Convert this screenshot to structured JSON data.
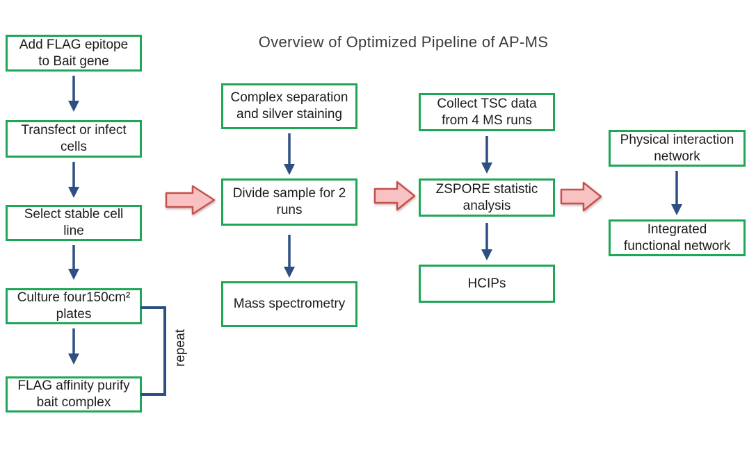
{
  "title": "Overview of Optimized Pipeline of AP-MS",
  "repeat_label": "repeat",
  "colors": {
    "box_border": "#1fa658",
    "arrow": "#2d4f82",
    "pink_arrow_fill": "#f9c2c2",
    "pink_arrow_border": "#c4514e",
    "title_color": "#3c3c3c",
    "text_color": "#1b1b1b"
  },
  "boxes": {
    "add_flag": {
      "l1": "Add FLAG epitope",
      "l2": "to Bait gene"
    },
    "transfect": {
      "l1": "Transfect or infect",
      "l2": "cells"
    },
    "select_line": {
      "l1": "Select stable cell",
      "l2": "line"
    },
    "culture": {
      "l1": "Culture four150cm²",
      "l2": "plates"
    },
    "purify": {
      "l1": "FLAG affinity purify",
      "l2": "bait complex"
    },
    "complex_sep": {
      "l1": "Complex separation",
      "l2": "and silver staining"
    },
    "divide": {
      "l1": "Divide sample for 2",
      "l2": "runs"
    },
    "mass_spec": {
      "l1": "Mass spectrometry"
    },
    "collect_tsc": {
      "l1": "Collect TSC data",
      "l2": "from 4 MS runs"
    },
    "zspore": {
      "l1": "ZSPORE statistic",
      "l2": "analysis"
    },
    "hcips": {
      "l1": "HCIPs"
    },
    "physical": {
      "l1": "Physical interaction",
      "l2": "network"
    },
    "integrated": {
      "l1": "Integrated",
      "l2": "functional network"
    }
  }
}
